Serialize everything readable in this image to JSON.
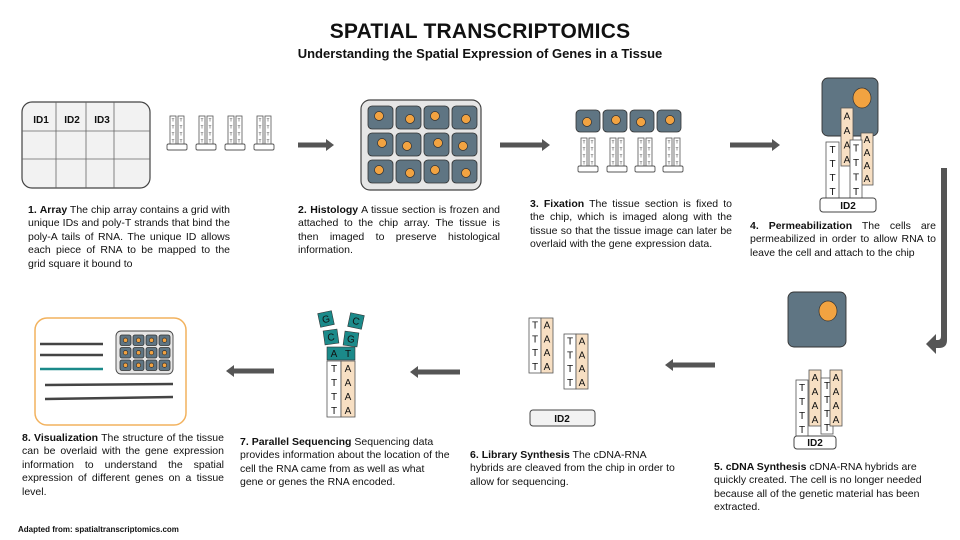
{
  "title": "SPATIAL TRANSCRIPTOMICS",
  "subtitle": "Understanding the Spatial Expression of Genes in a Tissue",
  "labels": {
    "id1": "ID1",
    "id2": "ID2",
    "id3": "ID3",
    "t": "T",
    "a": "A",
    "g": "G",
    "c": "C"
  },
  "steps": [
    {
      "number": "1.",
      "name": "Array",
      "text": "The chip array contains a grid with unique IDs and poly-T strands that bind the poly-A tails of RNA. The unique ID allows each piece of RNA to be mapped to the grid square it bound to"
    },
    {
      "number": "2.",
      "name": "Histology",
      "text": "A tissue section is frozen and attached to the chip array. The tissue is then imaged to preserve histological information."
    },
    {
      "number": "3.",
      "name": "Fixation",
      "text": "The tissue section is fixed to the chip, which is imaged along with the tissue so that the tissue image can later be overlaid with the gene expression data."
    },
    {
      "number": "4.",
      "name": "Permeabilization",
      "text": "The cells are permeabilized in order to allow RNA to leave the cell and attach to the chip"
    },
    {
      "number": "5.",
      "name": "cDNA Synthesis",
      "text": "cDNA-RNA hybrids are quickly created. The cell is no longer needed because all of the genetic material has been extracted."
    },
    {
      "number": "6.",
      "name": "Library Synthesis",
      "text": "The cDNA-RNA hybrids are cleaved from the chip in order to allow for sequencing."
    },
    {
      "number": "7.",
      "name": "Parallel Sequencing",
      "text": "Sequencing data provides information about the location of the cell the RNA came from as well as what gene or genes the RNA encoded."
    },
    {
      "number": "8.",
      "name": "Visualization",
      "text": "The structure of the tissue can be overlaid with the gene expression information to understand the spatial expression of different genes on a tissue level."
    }
  ],
  "footer": "Adapted from: spatialtranscriptomics.com",
  "colors": {
    "cell": "#5f7583",
    "nucleus": "#f2a341",
    "rna": "#f7dfc3",
    "sequencing": "#1b8a8a",
    "frame": "#f2b25e",
    "arrow": "#555555",
    "chip": "#f2f2f2"
  }
}
